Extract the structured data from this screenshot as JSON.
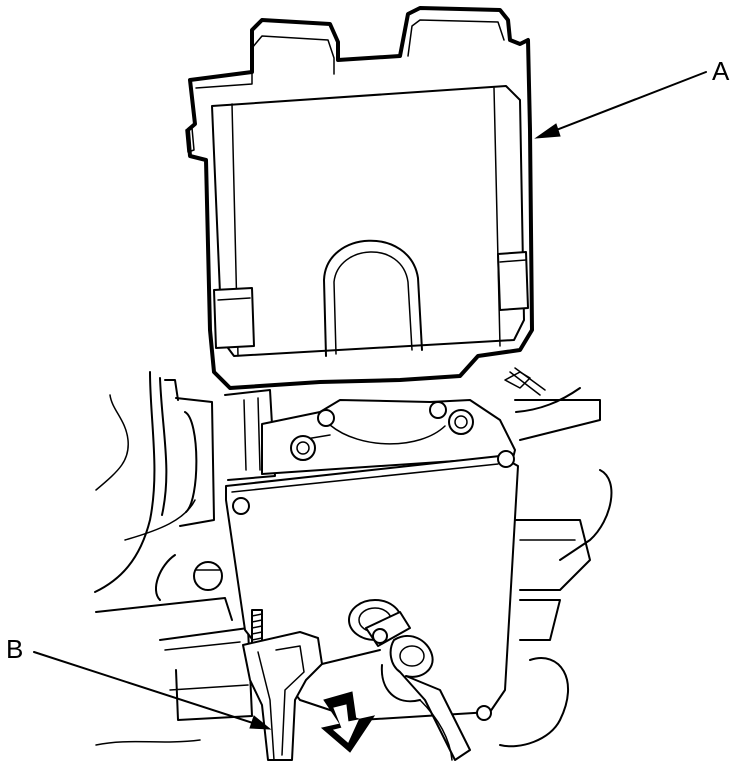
{
  "diagram": {
    "callouts": [
      {
        "id": "a",
        "text": "A"
      },
      {
        "id": "b",
        "text": "B"
      }
    ]
  }
}
